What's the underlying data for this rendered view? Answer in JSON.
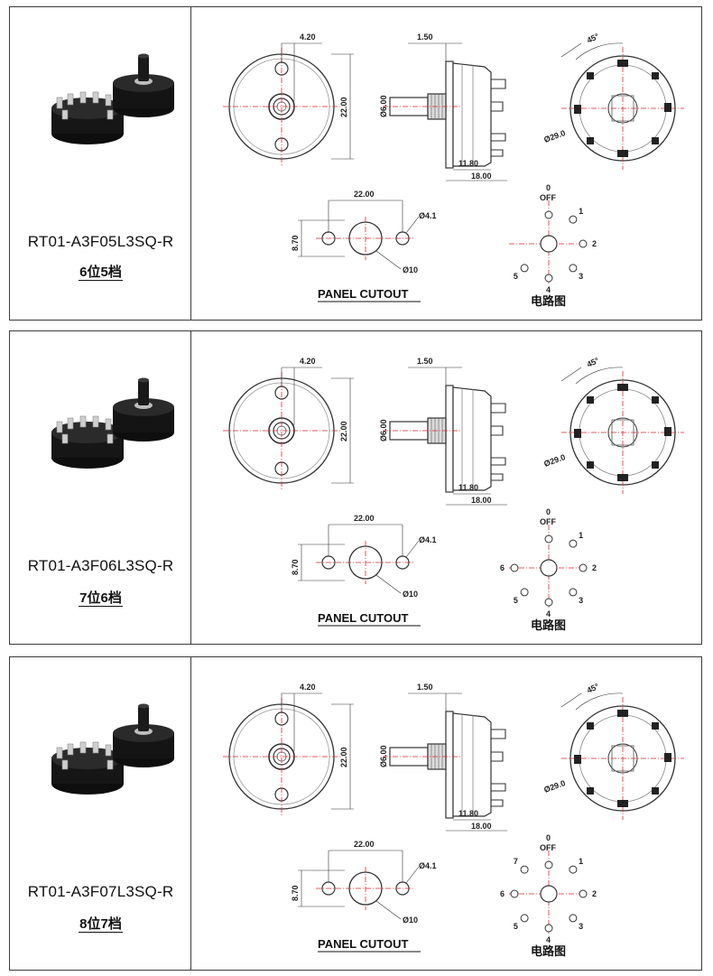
{
  "colors": {
    "border": "#3a3a3a",
    "center_line": "#e0262b",
    "line": "#333333"
  },
  "products": [
    {
      "model": "RT01-A3F05L3SQ-R",
      "positions": "6位5档",
      "circuit_numbers": [
        "1",
        "2",
        "3",
        "4",
        "5"
      ],
      "photo": "rotary-switch-photo"
    },
    {
      "model": "RT01-A3F06L3SQ-R",
      "positions": "7位6档",
      "circuit_numbers": [
        "1",
        "2",
        "3",
        "4",
        "5",
        "6"
      ],
      "photo": "rotary-switch-photo"
    },
    {
      "model": "RT01-A3F07L3SQ-R",
      "positions": "8位7档",
      "circuit_numbers": [
        "1",
        "2",
        "3",
        "4",
        "5",
        "6",
        "7"
      ],
      "photo": "rotary-switch-photo"
    }
  ],
  "dimensions": {
    "pin_offset": "4.20",
    "body_height": "22.00",
    "shaft_offset": "1.50",
    "shaft_diameter": "Ø6.00",
    "bush_length": "11.80",
    "total_length": "18.00",
    "angle": "45°",
    "pcd": "Ø29.0",
    "cutout_spacing": "22.00",
    "cutout_height": "8.70",
    "small_hole": "Ø4.1",
    "center_hole": "Ø10"
  },
  "labels": {
    "panel_cutout": "PANEL CUTOUT",
    "circuit_diagram": "电路图",
    "zero": "0",
    "off": "OFF"
  }
}
